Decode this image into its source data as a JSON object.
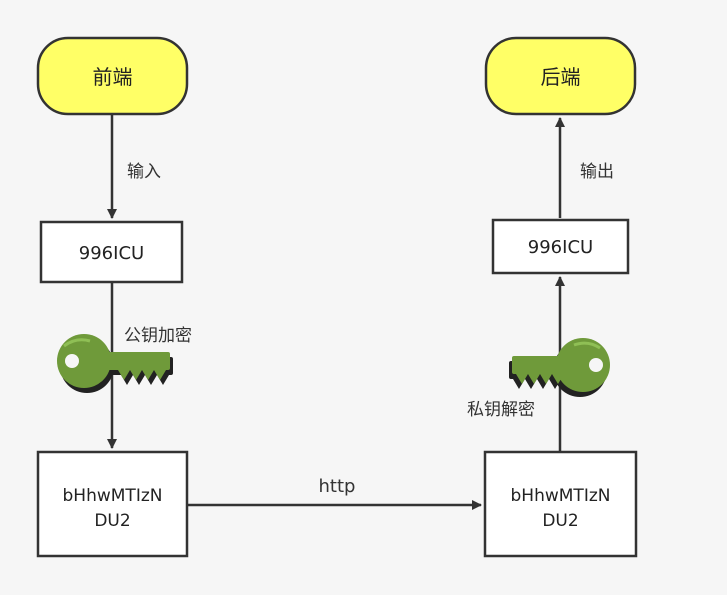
{
  "colors": {
    "background": "#f6f6f6",
    "terminal_fill": "#ffff66",
    "stroke": "#333333",
    "key_green": "#6f9a3a",
    "key_shadow": "#222222"
  },
  "nodes": {
    "frontend": {
      "label": "前端"
    },
    "backend": {
      "label": "后端"
    },
    "plain_left": {
      "label": "996ICU"
    },
    "plain_right": {
      "label": "996ICU"
    },
    "cipher_left": {
      "line1": "bHhwMTIzN",
      "line2": "DU2"
    },
    "cipher_right": {
      "line1": "bHhwMTIzN",
      "line2": "DU2"
    }
  },
  "edges": {
    "input": "输入",
    "output": "输出",
    "public_key_encrypt": "公钥加密",
    "private_key_decrypt": "私钥解密",
    "http": "http"
  },
  "icons": {
    "left_key": "key-icon",
    "right_key": "key-icon"
  }
}
